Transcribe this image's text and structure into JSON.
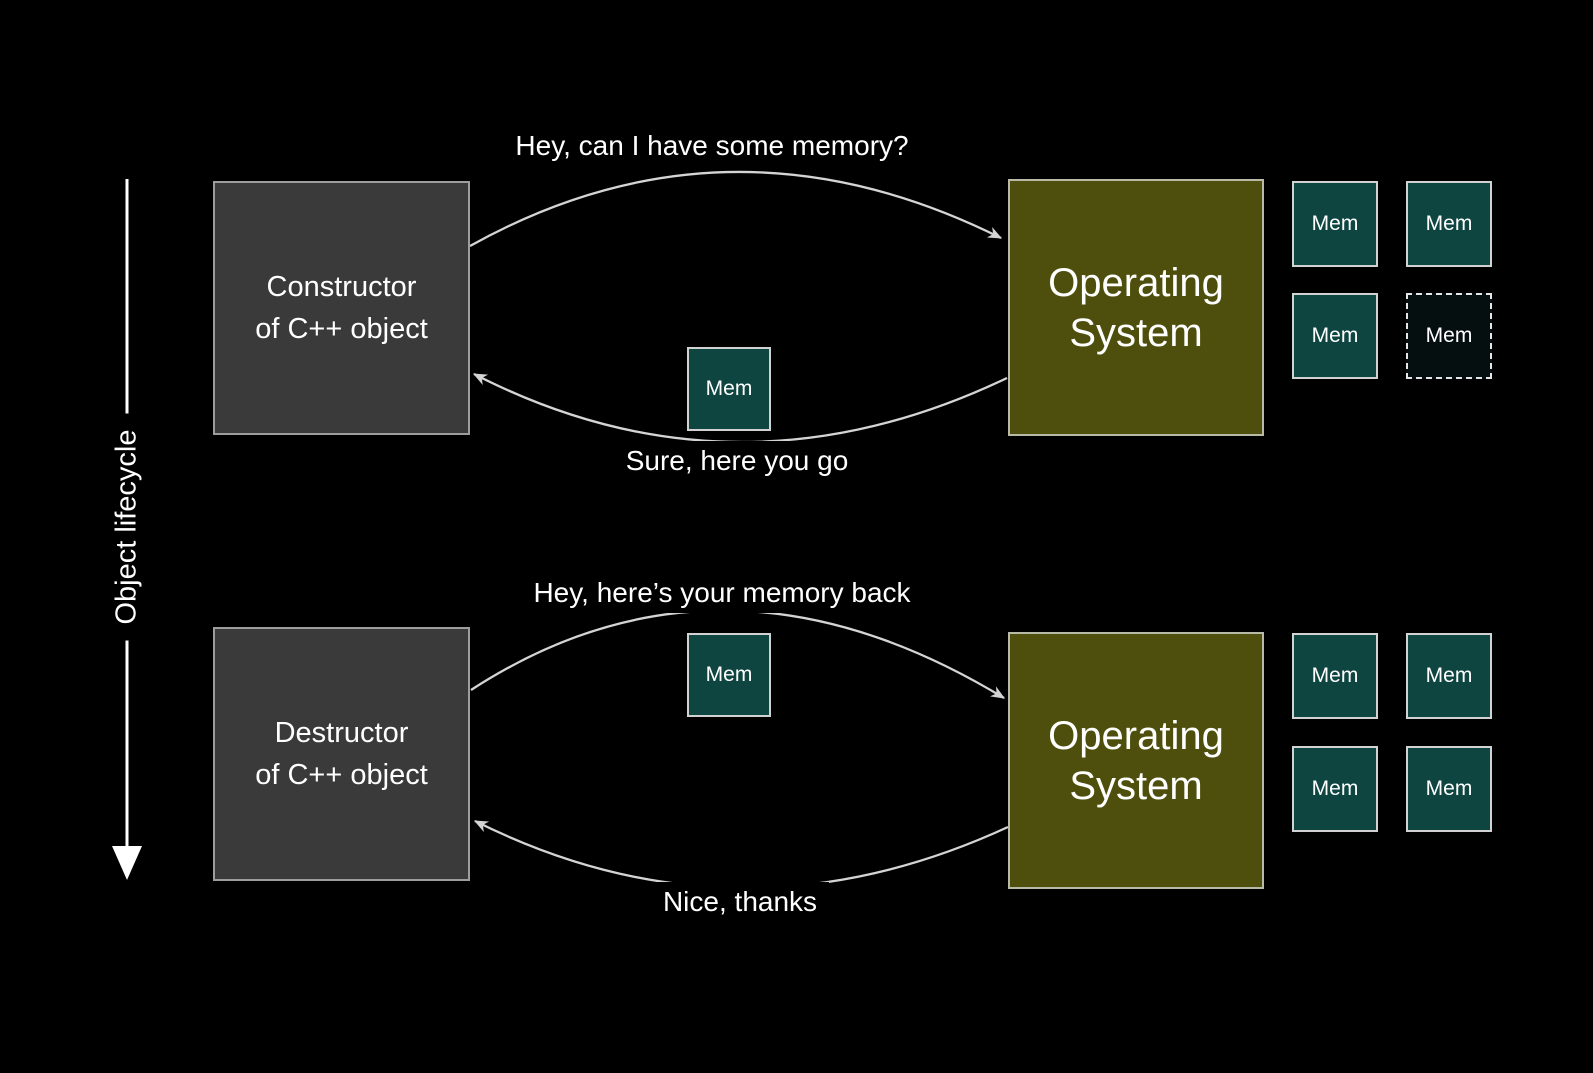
{
  "lifecycle": {
    "label": "Object lifecycle"
  },
  "top_scene": {
    "actor_label": "Constructor\nof C++ object",
    "os_label": "Operating\nSystem",
    "request_label": "Hey, can I have some memory?",
    "response_label": "Sure, here you go",
    "mem_in_transit": {
      "label": "Mem"
    },
    "mem_grid": [
      {
        "label": "Mem",
        "state": "allocated"
      },
      {
        "label": "Mem",
        "state": "allocated"
      },
      {
        "label": "Mem",
        "state": "allocated"
      },
      {
        "label": "Mem",
        "state": "lent-out"
      }
    ]
  },
  "bottom_scene": {
    "actor_label": "Destructor\nof C++ object",
    "os_label": "Operating\nSystem",
    "request_label": "Hey, here’s your memory back",
    "response_label": "Nice, thanks",
    "mem_in_transit": {
      "label": "Mem"
    },
    "mem_grid": [
      {
        "label": "Mem",
        "state": "allocated"
      },
      {
        "label": "Mem",
        "state": "allocated"
      },
      {
        "label": "Mem",
        "state": "allocated"
      },
      {
        "label": "Mem",
        "state": "allocated"
      }
    ]
  },
  "colors": {
    "bg": "#000000",
    "object-box-fill": "#3a3a3a",
    "object-box-border": "#9d9d9d",
    "os-box-fill": "#4f4f0d",
    "os-box-border": "#b9b9a8",
    "mem-fill": "#0e4540",
    "mem-border": "#d2d2d2",
    "mem-empty-fill": "#060f0f",
    "mem-empty-border": "#e6e6e6",
    "arrow": "#d4d4d4",
    "text": "#ffffff"
  }
}
